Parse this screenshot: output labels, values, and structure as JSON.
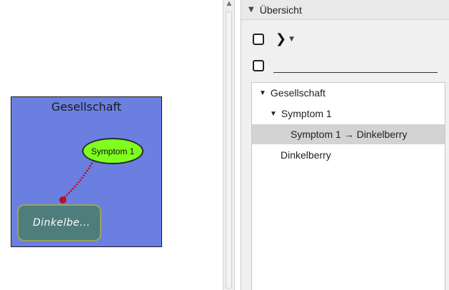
{
  "diagram": {
    "title": "Gesellschaft",
    "background": "#6b7fe0",
    "nodes": {
      "symptom": {
        "label": "Symptom 1",
        "fill": "#7fff1f"
      },
      "dinkelberry": {
        "label": "Dinkelbe...",
        "fill": "#4f7d7b"
      }
    },
    "connector_color": "#b0142a"
  },
  "panel": {
    "header_title": "Übersicht",
    "search_value": "",
    "tree": [
      {
        "label": "Gesellschaft",
        "expanded": true
      },
      {
        "label": "Symptom 1",
        "expanded": true
      },
      {
        "label": "Symptom 1 → Dinkelberry",
        "selected": true
      },
      {
        "label": "Dinkelberry"
      }
    ]
  }
}
